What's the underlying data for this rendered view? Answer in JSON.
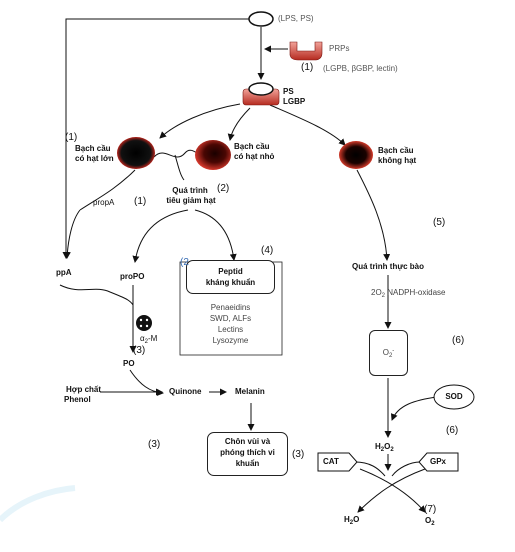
{
  "lps_ps": "(LPS, PS)",
  "prps": "PRPs",
  "prps_examples": "(LGPB, βGBP, lectin)",
  "ps_lgbp": [
    "PS",
    "LGBP"
  ],
  "cell_large": [
    "Bạch cầu",
    "có hạt lớn"
  ],
  "cell_small": [
    "Bạch cầu",
    "có hạt nhỏ"
  ],
  "cell_agranular": [
    "Bạch cầu",
    "không hạt"
  ],
  "degranulation": [
    "Quá trình",
    "tiêu giảm hạt"
  ],
  "propa": "propA",
  "ppa": "ppA",
  "propo": "proPO",
  "a2m": "α",
  "a2m_sub": "2",
  "a2m_suffix": "-M",
  "po": "PO",
  "phenol": [
    "Hợp chất",
    "Phenol"
  ],
  "quinone": "Quinone",
  "melanin": "Melanin",
  "peptide_box": [
    "Peptid",
    "kháng khuẩn"
  ],
  "peptide_list": [
    "Penaeidins",
    "SWD, ALFs",
    "Lectins",
    "Lysozyme"
  ],
  "burial_box": [
    "Chôn vùi và",
    "phóng thích vi",
    "khuẩn"
  ],
  "phagocytosis": "Quá trình thực bào",
  "o2_formula": "2O",
  "nadph": "NADPH-oxidase",
  "superoxide": "O",
  "sod": "SOD",
  "h2o2": "H",
  "cat": "CAT",
  "gpx": "GPx",
  "h2o": "H",
  "o2_out": "O",
  "num_1": "(1)",
  "num_2": "(2)",
  "num_3": "(3)",
  "num_4": "(4)",
  "num_5": "(5)",
  "num_6": "(6)",
  "num_7": "(7)",
  "num_2_blue": "(2"
}
